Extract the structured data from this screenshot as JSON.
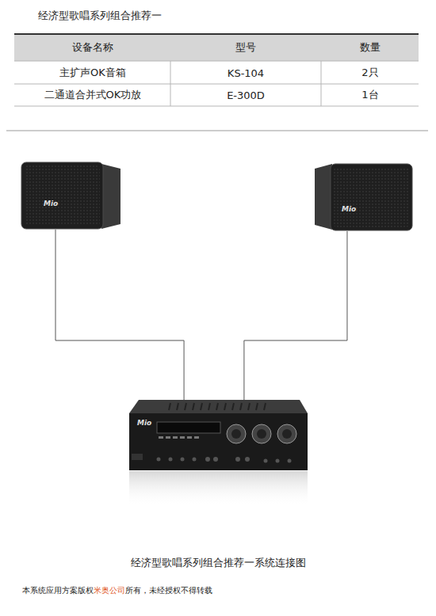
{
  "diagram": {
    "title": "经济型歌唱系列组合推荐一",
    "caption": "经济型歌唱系列组合推荐一系统连接图",
    "nodes": [
      {
        "text": [
          "Mio"
        ]
      },
      {
        "text": [
          "Mio"
        ]
      },
      {
        "text": [
          "Mio"
        ]
      }
    ],
    "edges": [
      {
        "from": 0,
        "to": 2,
        "arrow": "none"
      },
      {
        "from": 1,
        "to": 2,
        "arrow": "none"
      }
    ],
    "labels": [
      "设备名称",
      "型号",
      "数量",
      "主扩声OK音箱",
      "KS-104",
      "2只",
      "二通道合并式OK功放",
      "E-300D",
      "1台",
      "本系统应用方案版权",
      "米奥公司",
      "所有，未经授权不得转载"
    ]
  }
}
